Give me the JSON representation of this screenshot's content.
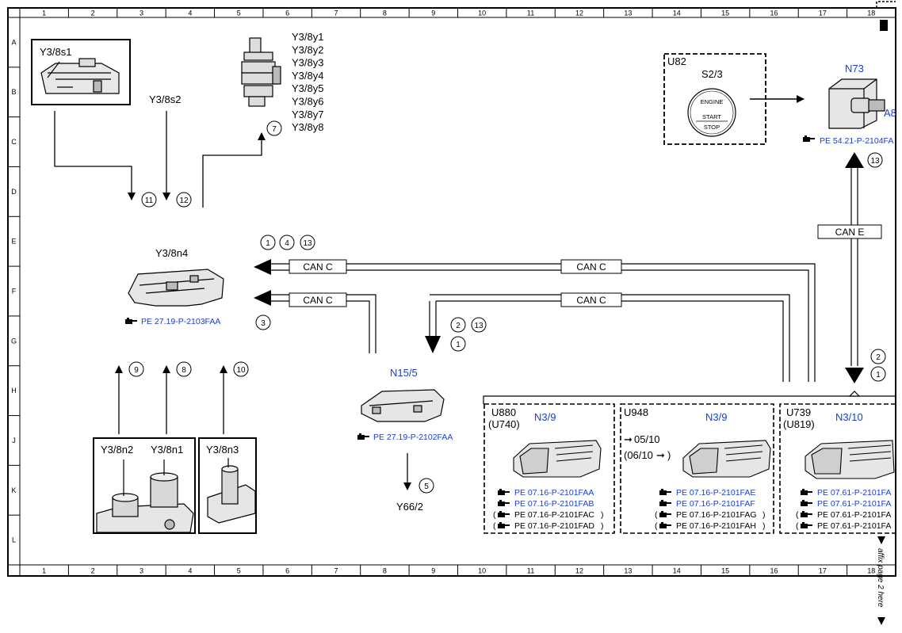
{
  "grid": {
    "columns": [
      "1",
      "2",
      "3",
      "4",
      "5",
      "6",
      "7",
      "8",
      "9",
      "10",
      "11",
      "12",
      "13",
      "14",
      "15",
      "16",
      "17",
      "18"
    ],
    "rows": [
      "A",
      "B",
      "C",
      "D",
      "E",
      "F",
      "G",
      "H",
      "J",
      "K",
      "L"
    ]
  },
  "components": {
    "y3_8s1": "Y3/8s1",
    "y3_8s2": "Y3/8s2",
    "y3_8y_list": [
      "Y3/8y1",
      "Y3/8y2",
      "Y3/8y3",
      "Y3/8y4",
      "Y3/8y5",
      "Y3/8y6",
      "Y3/8y7",
      "Y3/8y8"
    ],
    "y3_8n4": "Y3/8n4",
    "y3_8n4_ref": "PE 27.19-P-2103FAA",
    "y3_8n2": "Y3/8n2",
    "y3_8n1": "Y3/8n1",
    "y3_8n3": "Y3/8n3",
    "n15_5": "N15/5",
    "n15_5_ref": "PE 27.19-P-2102FAA",
    "y66_2": "Y66/2",
    "u82": "U82",
    "s2_3": "S2/3",
    "s2_3_button": [
      "ENGINE",
      "START",
      "STOP"
    ],
    "n73": "N73",
    "a8": "A8",
    "n73_ref": "PE 54.21-P-2104FA"
  },
  "buses": {
    "can_c": "CAN C",
    "can_e": "CAN E"
  },
  "circles": {
    "c1": "1",
    "c2": "2",
    "c3": "3",
    "c4": "4",
    "c5": "5",
    "c7": "7",
    "c8": "8",
    "c9": "9",
    "c10": "10",
    "c11": "11",
    "c12": "12",
    "c13": "13"
  },
  "ecu_panels": [
    {
      "code": "U880",
      "alt": "(U740)",
      "name": "N3/9",
      "refs": [
        "PE 07.16-P-2101FAA",
        "PE 07.16-P-2101FAB",
        "PE 07.16-P-2101FAC",
        "PE 07.16-P-2101FAD"
      ]
    },
    {
      "code": "U948",
      "date1": "05/10",
      "date2": "(06/10",
      "date2_end": ")",
      "name": "N3/9",
      "refs": [
        "PE 07.16-P-2101FAE",
        "PE 07.16-P-2101FAF",
        "PE 07.16-P-2101FAG",
        "PE 07.16-P-2101FAH"
      ]
    },
    {
      "code": "U739",
      "alt": "(U819)",
      "name": "N3/10",
      "refs": [
        "PE 07.61-P-2101FA",
        "PE 07.61-P-2101FA",
        "PE 07.61-P-2101FA",
        "PE 07.61-P-2101FA"
      ]
    }
  ],
  "side_note": "affix page 2 here",
  "colors": {
    "accent_blue": "#1a3fd0",
    "line": "#000000"
  }
}
